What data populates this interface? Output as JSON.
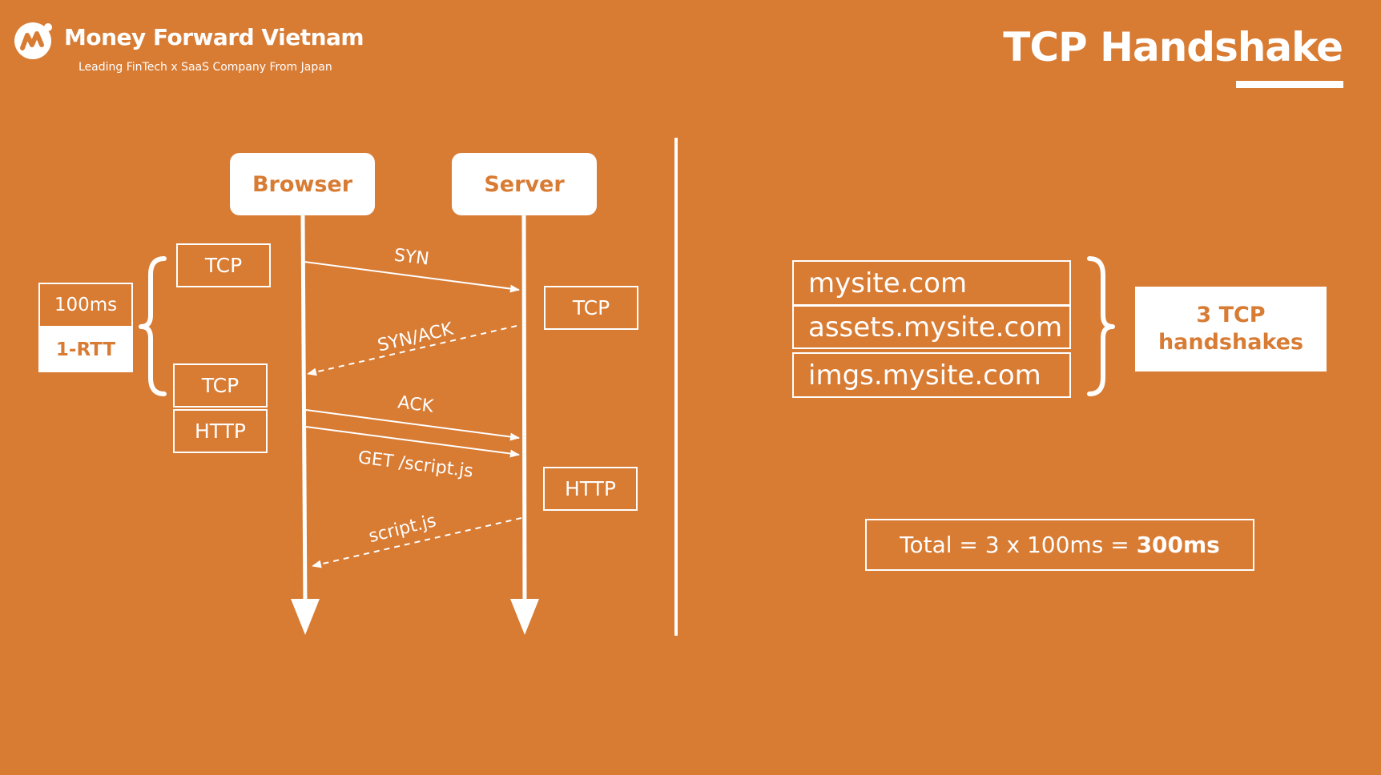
{
  "brand": {
    "name": "Money Forward Vietnam",
    "tagline": "Leading FinTech x SaaS Company From Japan"
  },
  "title": "TCP Handshake",
  "sequence": {
    "actors": [
      "Browser",
      "Server"
    ],
    "messages": [
      {
        "label": "SYN",
        "style": "solid"
      },
      {
        "label": "SYN/ACK",
        "style": "dashed"
      },
      {
        "label": "ACK",
        "style": "solid"
      },
      {
        "label": "GET /script.js",
        "style": "solid"
      },
      {
        "label": "script.js",
        "style": "dashed"
      }
    ],
    "left_labels": {
      "tcp_1": "TCP",
      "tcp_2": "TCP",
      "http_1": "HTTP"
    },
    "right_labels": {
      "tcp": "TCP",
      "http": "HTTP"
    },
    "rtt": {
      "time": "100ms",
      "label": "1-RTT"
    }
  },
  "domains": {
    "items": [
      "mysite.com",
      "assets.mysite.com",
      "imgs.mysite.com"
    ],
    "summary_line1": "3 TCP",
    "summary_line2": "handshakes"
  },
  "total": {
    "prefix": "Total = 3 x 100ms = ",
    "value": "300ms"
  },
  "colors": {
    "background": "#D87B33",
    "foreground": "#FFFFFF"
  }
}
